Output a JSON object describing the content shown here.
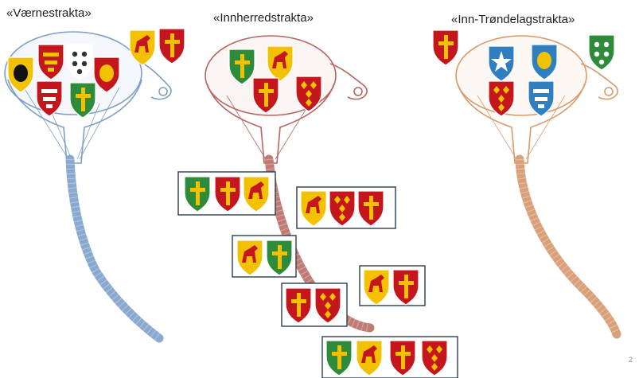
{
  "titles": {
    "vaernes": "«Værnestrakta»",
    "innherred": "«Innherredstrakta»",
    "inntrondelag": "«Inn-Trøndelagstrakta»"
  },
  "page_number": "2",
  "colors": {
    "vaernes_funnel": "#7f9fc6",
    "vaernes_tube": "#8aa9cf",
    "innherred_funnel": "#b5665f",
    "innherred_tube": "#c07b74",
    "inntrondelag_funnel": "#d89a6a",
    "inntrondelag_tube": "#d9a07a",
    "shield_red": "#c4161c",
    "shield_yellow": "#f2c200",
    "shield_green": "#2e8b3a",
    "shield_blue": "#2f7fc0",
    "box_border": "#2c3e50"
  },
  "icons": [
    "rooster-shield-icon",
    "crowns-shield-icon",
    "stars-shield-icon",
    "flame-shield-icon",
    "boat-shield-icon",
    "cross-shield-icon",
    "horse-shield-icon",
    "diamonds-shield-icon",
    "star-shield-icon",
    "wheat-shield-icon",
    "ship-shield-icon",
    "leaves-shield-icon"
  ]
}
